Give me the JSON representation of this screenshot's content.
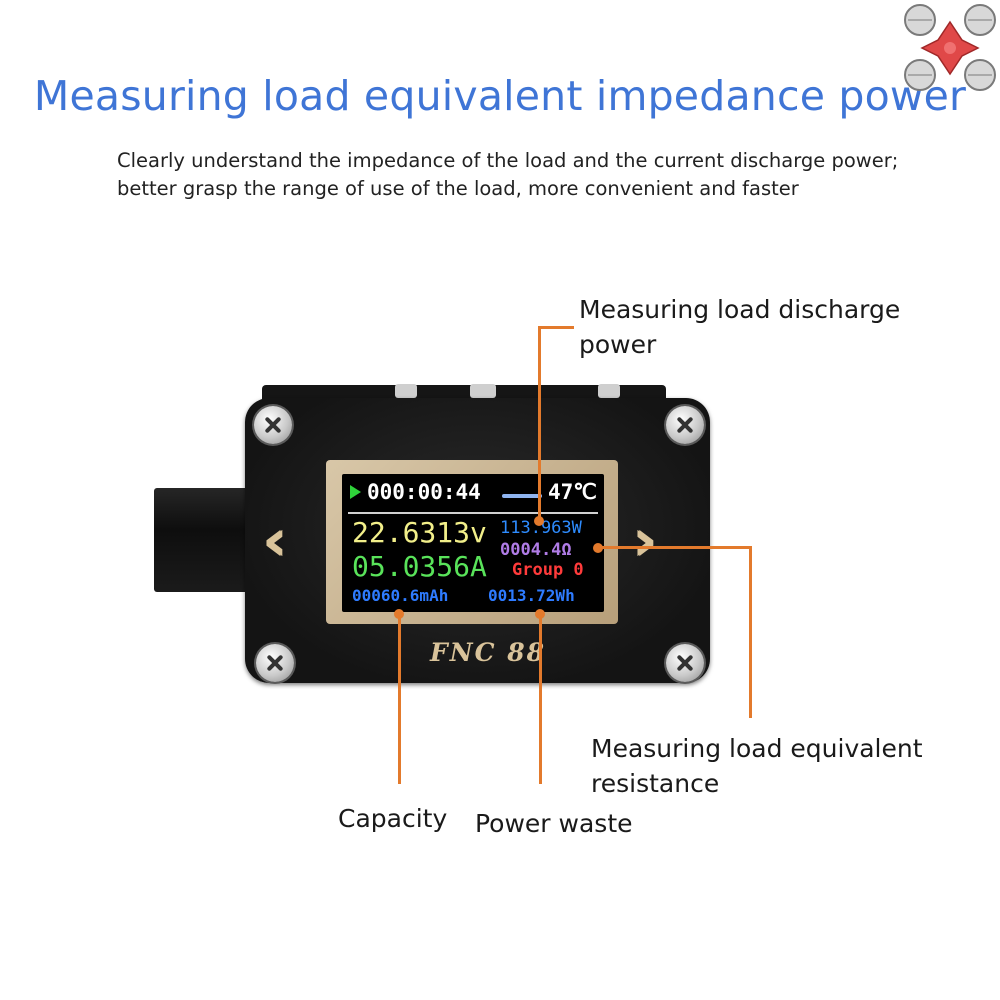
{
  "header": {
    "title": "Measuring load equivalent impedance power",
    "subtitle": "Clearly understand the impedance of the load and the current discharge power; better grasp the range of use of the load, more convenient and faster"
  },
  "callouts": {
    "discharge_power": "Measuring load discharge power",
    "equivalent_resistance": "Measuring load equivalent resistance",
    "capacity": "Capacity",
    "power_waste": "Power waste"
  },
  "device": {
    "brand": "FNC 88",
    "screen": {
      "timer": "000:00:44",
      "temperature": "47℃",
      "voltage": "22.6313v",
      "current": "05.0356A",
      "power": "113.963W",
      "resistance": "0004.4Ω",
      "group": "Group 0",
      "capacity": "00060.6mAh",
      "energy": "0013.72Wh"
    }
  },
  "colors": {
    "title": "#3f75d6",
    "callout_line": "#e37a2c",
    "voltage": "#f2ef8a",
    "current": "#59e35a",
    "power": "#2e8cff",
    "resistance": "#b07ce6",
    "group": "#ff3b3b",
    "capacity": "#2e7bff"
  }
}
